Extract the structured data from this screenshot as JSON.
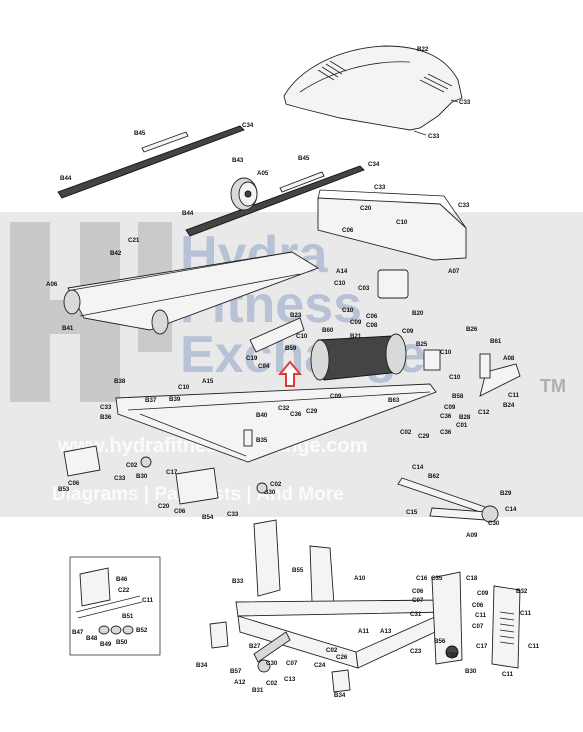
{
  "watermark": {
    "brand_line1": "Hydra",
    "brand_line2": "Fitness",
    "brand_line3": "Exchange",
    "trademark": "TM",
    "website": "www.hydrafitnessexchange.com",
    "tagline": "Diagrams | Part Lists | And More",
    "colors": {
      "band": "#d7d7d7",
      "brand": "#8fa4c8",
      "mark": "#bfbfbf",
      "arrow": "#e53935"
    }
  },
  "labels": {
    "B22": "B22",
    "C33": "C33",
    "C34": "C34",
    "B45": "B45",
    "B44": "B44",
    "B43": "B43",
    "A05": "A05",
    "C20": "C20",
    "C06": "C06",
    "C10": "C10",
    "A07": "A07",
    "C21": "C21",
    "B42": "B42",
    "A14": "A14",
    "A06": "A06",
    "B41": "B41",
    "C03": "C03",
    "B20": "B20",
    "B23": "B23",
    "B60": "B60",
    "C09": "C09",
    "B21": "B21",
    "C08": "C08",
    "C12": "C12",
    "C19": "C19",
    "B59": "B59",
    "B26": "B26",
    "B61": "B61",
    "B25": "B25",
    "A08": "A08",
    "A15": "A15",
    "B39": "B39",
    "B37": "B37",
    "B38": "B38",
    "B36": "B36",
    "B40": "B40",
    "B35": "B35",
    "C32": "C32",
    "C36": "C36",
    "C29": "C29",
    "B63": "B63",
    "B28": "B28",
    "B58": "B58",
    "C11": "C11",
    "B24": "B24",
    "C01": "C01",
    "C02": "C02",
    "B30": "B30",
    "C17": "C17",
    "B53": "B53",
    "B54": "B54",
    "C14": "C14",
    "B62": "B62",
    "C15": "C15",
    "B29": "B29",
    "C30": "C30",
    "A09": "A09",
    "B46": "B46",
    "C22": "C22",
    "B51": "B51",
    "B47": "B47",
    "B48": "B48",
    "B49": "B49",
    "B50": "B50",
    "B52": "B52",
    "B33": "B33",
    "B55": "B55",
    "A10": "A10",
    "C16": "C16",
    "C35": "C35",
    "C18": "C18",
    "B32": "B32",
    "C07": "C07",
    "C31": "C31",
    "A11": "A11",
    "A13": "A13",
    "B56": "B56",
    "C23": "C23",
    "B34": "B34",
    "C26": "C26",
    "C24": "C24",
    "B57": "B57",
    "A12": "A12",
    "B31": "B31",
    "C13": "C13",
    "B27": "B27",
    "C04": "C04"
  }
}
